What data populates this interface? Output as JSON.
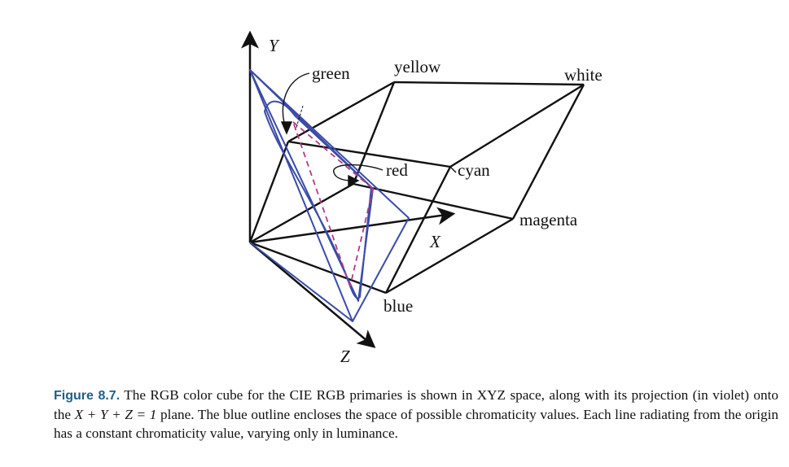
{
  "figure": {
    "axis_labels": {
      "y": "Y",
      "x": "X",
      "z": "Z"
    },
    "vertex_labels": {
      "green": "green",
      "yellow": "yellow",
      "white": "white",
      "red": "red",
      "cyan": "cyan",
      "magenta": "magenta",
      "blue": "blue"
    },
    "colors": {
      "cube_edges": "#111111",
      "outline": "#3a4ba8",
      "projection": "#b23a86"
    }
  },
  "caption": {
    "label": "Figure 8.7.",
    "text_1": " The RGB color cube for the CIE RGB primaries is shown in XYZ space, along with its projection (in violet) onto the ",
    "equation": "X + Y + Z = 1",
    "text_2": " plane. The blue outline encloses the space of possible chromaticity values. Each line radiating from the origin has a constant chromaticity value, varying only in luminance."
  }
}
